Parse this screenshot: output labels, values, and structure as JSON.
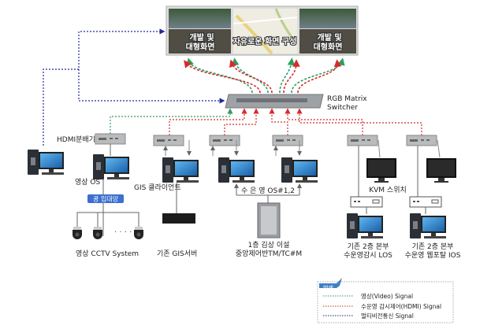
{
  "screens": {
    "left_label_1": "개발 및",
    "left_label_2": "대형화면",
    "center_label": "자유로운 화면 구성",
    "right_label_1": "개발 및",
    "right_label_2": "대형화면"
  },
  "switcher": {
    "label_1": "RGB Matrix",
    "label_2": "Switcher"
  },
  "nodes": {
    "hdmi_splitter": "HDMI분배기",
    "video_os": "영상 OS",
    "network": "광 입대망",
    "gis_client": "GIS 클라이언트",
    "gis_server": "기존 GIS서버",
    "cctv": "영상 CCTV System",
    "os12": "수 은 영  OS#1,2",
    "kvm": "KVM 스위치",
    "central_1": "1층 김상 이설",
    "central_2": "중앙제어반TM/TC#M",
    "los_1": "기존 2층 본부",
    "los_2": "수운영감시 LOS",
    "ios_1": "기존 2층 본부",
    "ios_2": "수운영 웹포탈 IOS",
    "dots": "· · · ·"
  },
  "legend": {
    "title": "범례",
    "items": [
      {
        "label": "영상(Video) Signal",
        "color": "#2e9e5e"
      },
      {
        "label": "수운영 감시제어(HDMI) Signal",
        "color": "#c0392b"
      },
      {
        "label": "멀티비전통신 Signal",
        "color": "#1a237e"
      }
    ]
  },
  "colors": {
    "video": "#2e9e5e",
    "hdmi": "#d62b2b",
    "multivision": "#1f2a9e"
  }
}
